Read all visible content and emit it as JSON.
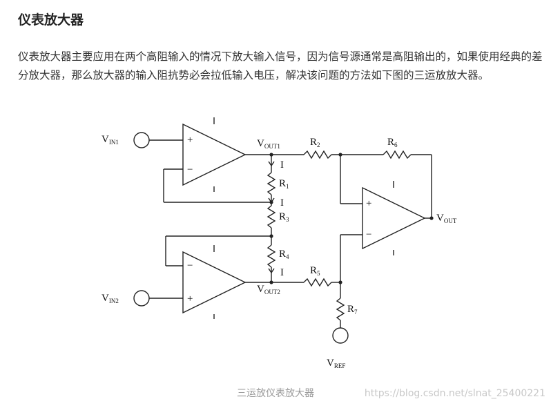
{
  "article": {
    "title": "仪表放大器",
    "paragraph": "仪表放大器主要应用在两个高阻输入的情况下放大输入信号，因为信号源通常是高阻输出的，如果使用经典的差分放大器，那么放大器的输入阻抗势必会拉低输入电压，解决该问题的方法如下图的三运放放大器。",
    "caption": "三运放仪表放大器",
    "watermark": "https://blog.csdn.net/slnat_25400221"
  },
  "diagram": {
    "vin1": {
      "main": "V",
      "sub": "IN1"
    },
    "vin2": {
      "main": "V",
      "sub": "IN2"
    },
    "vout1": {
      "main": "V",
      "sub": "OUT1"
    },
    "vout2": {
      "main": "V",
      "sub": "OUT2"
    },
    "vout": {
      "main": "V",
      "sub": "OUT"
    },
    "vref": {
      "main": "V",
      "sub": "REF"
    },
    "r1": {
      "main": "R",
      "sub": "1"
    },
    "r2": {
      "main": "R",
      "sub": "2"
    },
    "r3": {
      "main": "R",
      "sub": "3"
    },
    "r4": {
      "main": "R",
      "sub": "4"
    },
    "r5": {
      "main": "R",
      "sub": "5"
    },
    "r6": {
      "main": "R",
      "sub": "6"
    },
    "r7": {
      "main": "R",
      "sub": "7"
    },
    "current": "I",
    "plus": "+",
    "minus": "−"
  }
}
